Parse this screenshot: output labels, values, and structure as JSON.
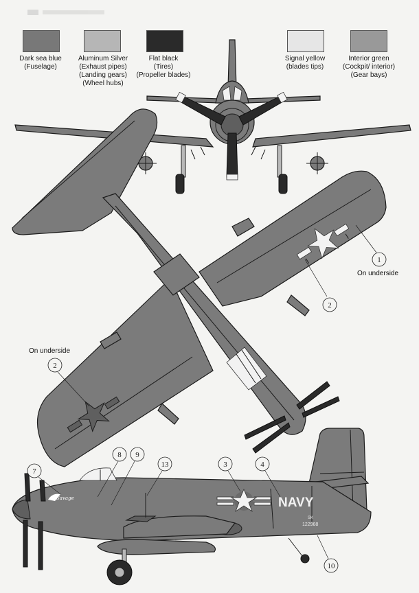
{
  "colors": {
    "dark_sea_blue": "#777777",
    "aluminum_silver": "#b4b4b4",
    "flat_black": "#2a2a2a",
    "signal_yellow": "#e4e4e4",
    "interior_green": "#9a9a9a"
  },
  "legend": [
    {
      "color": "#787878",
      "lines": [
        "Dark sea blue",
        "(Fuselage)"
      ]
    },
    {
      "color": "#b6b6b6",
      "lines": [
        "Aluminum Silver",
        "(Exhaust pipes)",
        "(Landing gears)",
        "(Wheel hubs)"
      ]
    },
    {
      "color": "#2a2a2a",
      "lines": [
        "Flat black",
        "(Tires)",
        "(Propeller blades)"
      ]
    },
    {
      "color": "#e6e6e6",
      "lines": [
        "Signal yellow",
        "(blades tips)"
      ]
    },
    {
      "color": "#999999",
      "lines": [
        "Interior green",
        "(Cockpit/ interior)",
        "(Gear bays)"
      ]
    }
  ],
  "annotations": {
    "on_underside_right": "On underside",
    "on_underside_left": "On underside"
  },
  "markings": {
    "navy": "NAVY",
    "serial_small": "SK",
    "serial": "122988",
    "nose_art": "Savage"
  },
  "callouts": [
    "1",
    "2",
    "2",
    "3",
    "4",
    "7",
    "8",
    "9",
    "10",
    "13"
  ]
}
